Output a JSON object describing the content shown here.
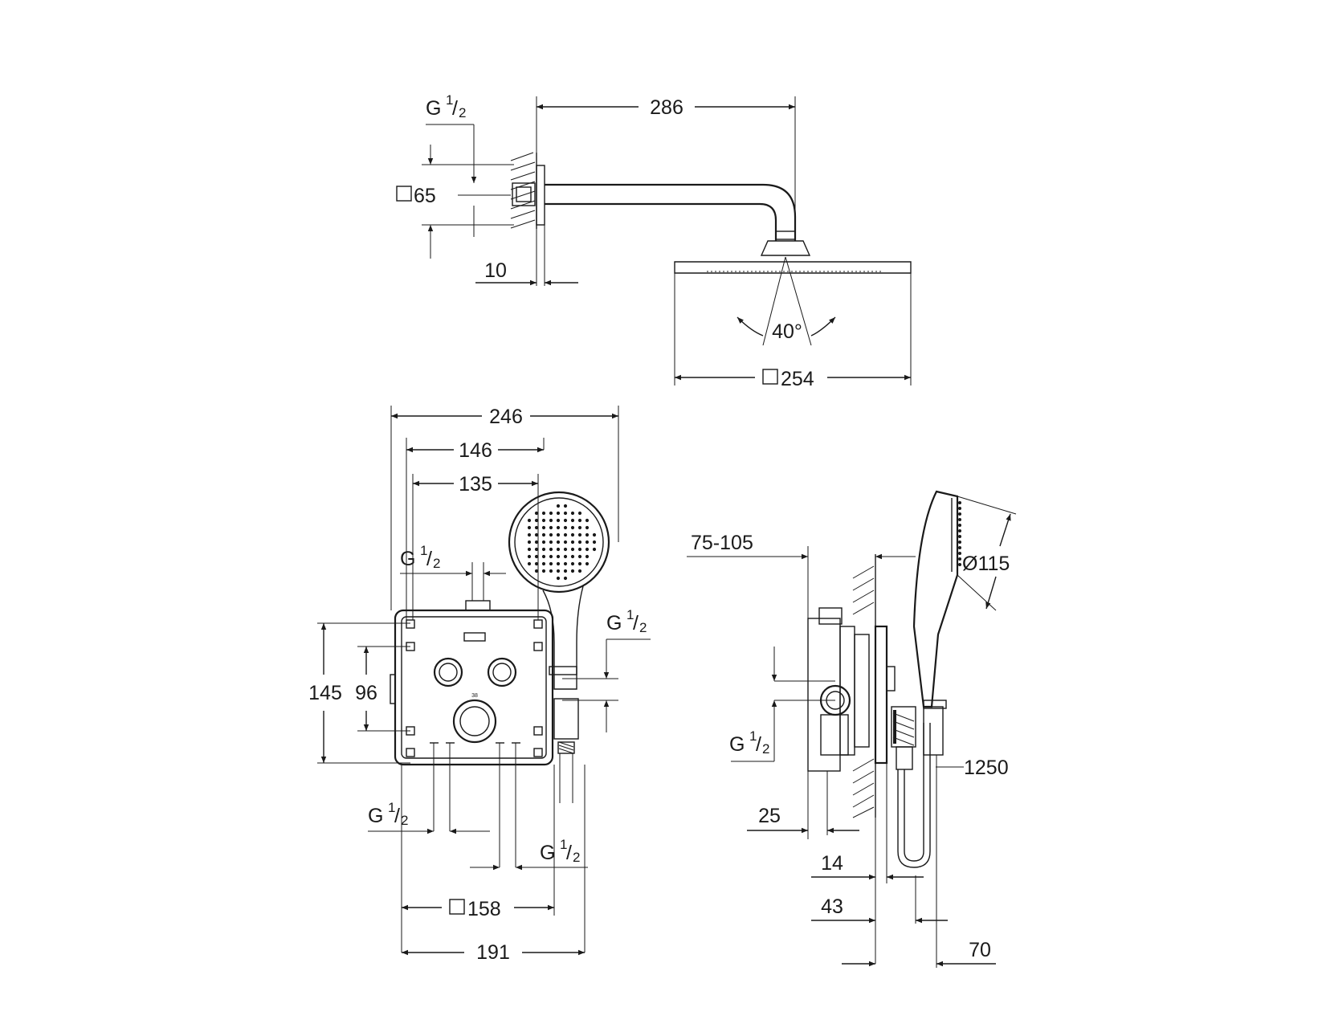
{
  "dimensions": {
    "arm_projection": "286",
    "flange_square": "65",
    "flange_square_symbol": "□",
    "wall_gap": "10",
    "spray_angle": "40°",
    "head_square": "254",
    "head_square_symbol": "□",
    "overall_width": "246",
    "outlet_width": "146",
    "inner_width": "135",
    "thread_main": "G",
    "thread_num": "1",
    "thread_den": "2",
    "body_height": "145",
    "button_spacing": "96",
    "plate_square": "158",
    "plate_square_symbol": "□",
    "plate_width": "191",
    "install_depth": "75-105",
    "handshower_diameter": "Ø115",
    "hose_length": "1250",
    "cover_offset": "25",
    "plate_thickness": "14",
    "plate_projection": "43",
    "holder_projection": "70"
  }
}
